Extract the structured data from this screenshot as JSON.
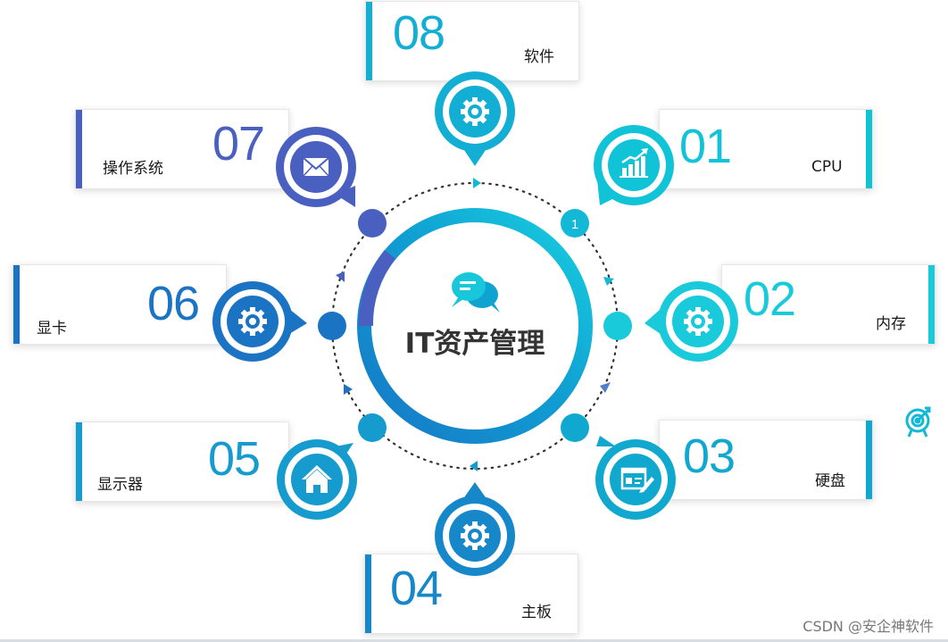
{
  "center": {
    "title": "IT资产管理",
    "icon": "chat-bubbles-icon"
  },
  "items": [
    {
      "num": "01",
      "label": "CPU",
      "icon": "chart-up-icon",
      "color": "#11c3d6"
    },
    {
      "num": "02",
      "label": "内存",
      "icon": "gear-icon",
      "color": "#19cadb"
    },
    {
      "num": "03",
      "label": "硬盘",
      "icon": "edit-doc-icon",
      "color": "#11a8cf"
    },
    {
      "num": "04",
      "label": "主板",
      "icon": "gear-icon",
      "color": "#1687c9"
    },
    {
      "num": "05",
      "label": "显示器",
      "icon": "home-icon",
      "color": "#169bcf"
    },
    {
      "num": "06",
      "label": "显卡",
      "icon": "gear-icon",
      "color": "#1b73c4"
    },
    {
      "num": "07",
      "label": "操作系统",
      "icon": "mail-icon",
      "color": "#4a60c1"
    },
    {
      "num": "08",
      "label": "软件",
      "icon": "gear-icon",
      "color": "#13aed4"
    }
  ],
  "ring_badge": "1",
  "side_icon": "target-icon",
  "watermark": "CSDN @安企神软件",
  "colors": {
    "text": "#333333",
    "dots": "#333333"
  }
}
